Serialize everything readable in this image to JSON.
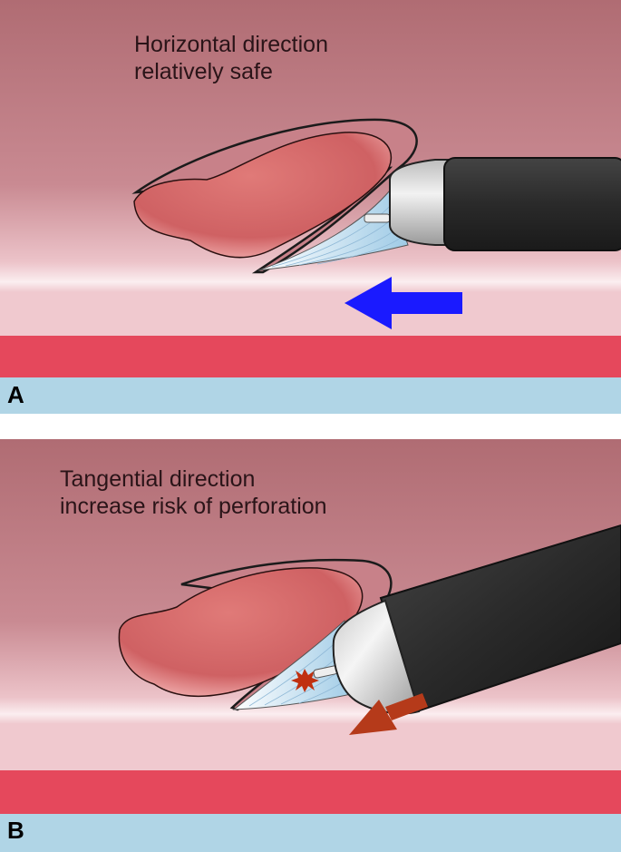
{
  "panel_a": {
    "letter": "A",
    "caption_line1": "Horizontal direction",
    "caption_line2": "relatively safe",
    "arrow_color": "#1a1aff"
  },
  "panel_b": {
    "letter": "B",
    "caption_line1": "Tangential direction",
    "caption_line2": "increase risk of perforation",
    "arrow_color": "#b53a1a"
  },
  "colors": {
    "mucosa_top": "#b06c73",
    "mucosa_bottom": "#f4d9de",
    "muscle_layer": "#e5485c",
    "serosa_layer": "#b0d5e6",
    "lesion": "#d96a6a",
    "endoscope": "#2b2b2b",
    "hood": "#d8d8d8"
  }
}
